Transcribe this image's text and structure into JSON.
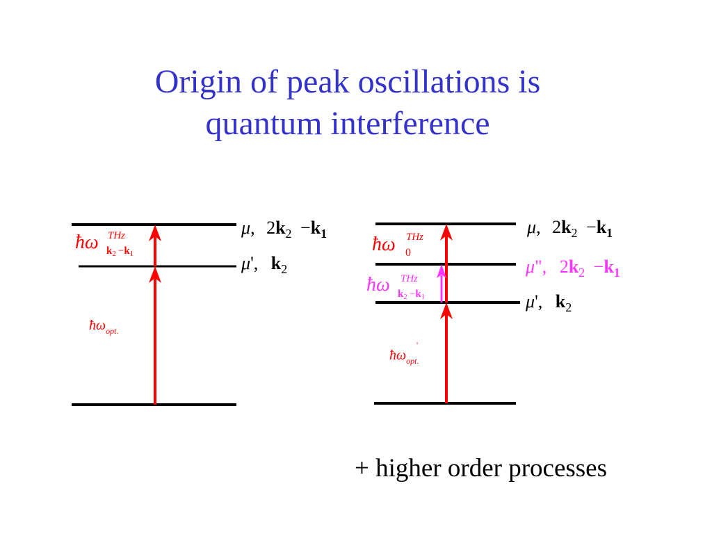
{
  "title": {
    "line1": "Origin of peak oscillations is",
    "line2": "quantum interference"
  },
  "colors": {
    "title": "#3333cc",
    "arrow_red": "#ff0000",
    "arrow_magenta": "#ff33ff",
    "level_line": "#000000"
  },
  "left_diagram": {
    "upper_level": {
      "mu": "μ",
      "sep": ",",
      "coef": "2",
      "k_a": "k",
      "sub_a": "2",
      "minus": "−",
      "k_b": "k",
      "sub_b": "1"
    },
    "middle_level": {
      "mu": "μ",
      "prime": "'",
      "sep": ",",
      "k": "k",
      "sub": "2"
    },
    "thz_label": {
      "hbar": "ħ",
      "omega": "ω",
      "sup": "THz",
      "sub_k2": "k",
      "sub_k2_idx": "2",
      "minus": "−",
      "sub_k1": "k",
      "sub_k1_idx": "1"
    },
    "opt_label": {
      "hbar": "ħ",
      "omega": "ω",
      "sub": "opt",
      "dot": "."
    }
  },
  "right_diagram": {
    "upper_level": {
      "mu": "μ",
      "sep": ",",
      "coef": "2",
      "k_a": "k",
      "sub_a": "2",
      "minus": "−",
      "k_b": "k",
      "sub_b": "1"
    },
    "second_level": {
      "mu": "μ",
      "prime": "\"",
      "sep": ",",
      "coef": "2",
      "k_a": "k",
      "sub_a": "2",
      "minus": "−",
      "k_b": "k",
      "sub_b": "1"
    },
    "third_level": {
      "mu": "μ",
      "prime": "'",
      "sep": ",",
      "k": "k",
      "sub": "2"
    },
    "thz0_label": {
      "hbar": "ħ",
      "omega": "ω",
      "sup": "THz",
      "sub": "0"
    },
    "thz_label": {
      "hbar": "ħ",
      "omega": "ω",
      "sup": "THz",
      "sub_k2": "k",
      "sub_k2_idx": "2",
      "minus": "−",
      "sub_k1": "k",
      "sub_k1_idx": "1"
    },
    "opt_label": {
      "hbar": "ħ",
      "omega": "ω",
      "prime": "'",
      "sub": "opt",
      "dot": "."
    }
  },
  "footer": "+ higher order processes"
}
